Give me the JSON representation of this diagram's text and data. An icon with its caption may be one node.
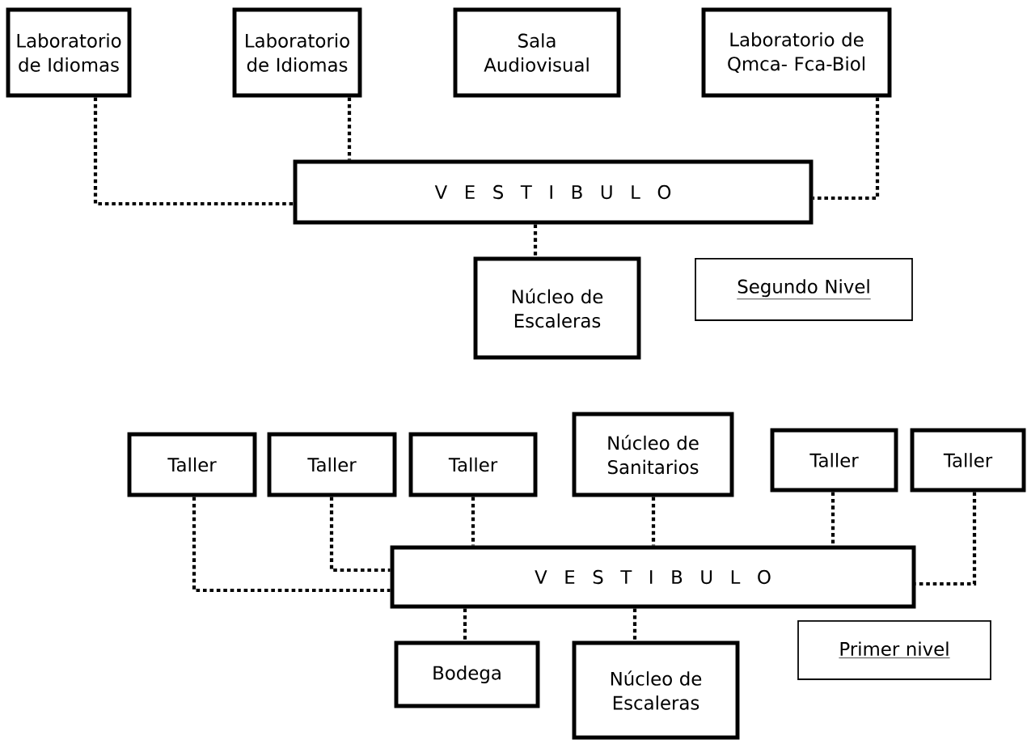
{
  "diagram": {
    "nodes": [
      {
        "text": [
          "Laboratorio de Idiomas"
        ]
      },
      {
        "text": [
          "Laboratorio de Idiomas"
        ]
      },
      {
        "text": [
          "Sala Audiovisual"
        ]
      },
      {
        "text": [
          "Laboratorio de Qmca- Fca-Biol"
        ]
      },
      {
        "text": [
          "V E S T I B U L O"
        ]
      },
      {
        "text": [
          "Núcleo de Escaleras"
        ]
      },
      {
        "text": [
          "Segundo Nivel"
        ]
      },
      {
        "text": [
          "Taller"
        ]
      },
      {
        "text": [
          "Taller"
        ]
      },
      {
        "text": [
          "Taller"
        ]
      },
      {
        "text": [
          "Núcleo de Sanitarios"
        ]
      },
      {
        "text": [
          "Taller"
        ]
      },
      {
        "text": [
          "Taller"
        ]
      },
      {
        "text": [
          "V E S T I B U L O"
        ]
      },
      {
        "text": [
          "Bodega"
        ]
      },
      {
        "text": [
          "Núcleo de Escaleras"
        ]
      },
      {
        "text": [
          "Primer nivel"
        ]
      }
    ],
    "edges": [
      {
        "from": 0,
        "to": 4,
        "arrow": "none"
      },
      {
        "from": 1,
        "to": 4,
        "arrow": "none"
      },
      {
        "from": 3,
        "to": 4,
        "arrow": "none"
      },
      {
        "from": 4,
        "to": 5,
        "arrow": "none"
      },
      {
        "from": 7,
        "to": 13,
        "arrow": "none"
      },
      {
        "from": 8,
        "to": 13,
        "arrow": "none"
      },
      {
        "from": 9,
        "to": 13,
        "arrow": "none"
      },
      {
        "from": 10,
        "to": 13,
        "arrow": "none"
      },
      {
        "from": 11,
        "to": 13,
        "arrow": "none"
      },
      {
        "from": 12,
        "to": 13,
        "arrow": "none"
      },
      {
        "from": 13,
        "to": 14,
        "arrow": "none"
      },
      {
        "from": 13,
        "to": 15,
        "arrow": "none"
      }
    ]
  }
}
